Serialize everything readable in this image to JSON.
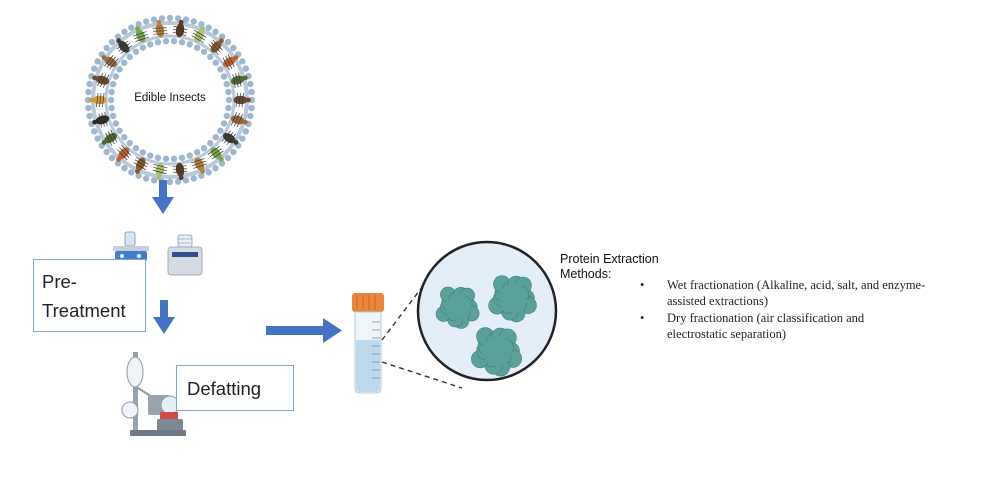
{
  "insects": {
    "label": "Edible Insects",
    "ring_color": "#a9bdd4",
    "bead_color": "#9fb6cf",
    "icon": "insect-ring-icon"
  },
  "steps": {
    "pretreatment": {
      "label": "Pre-\nTreatment"
    },
    "defatting": {
      "label": "Defatting"
    }
  },
  "arrows": {
    "color": "#4472c4",
    "icon": "down-arrow-icon"
  },
  "equipment": {
    "hot_plate": "hot-plate-icon",
    "freeze_dryer": "freeze-dryer-icon",
    "rotary_evaporator": "rotary-evaporator-icon",
    "tube": "centrifuge-tube-icon",
    "protein": "protein-globule-icon"
  },
  "colors": {
    "box_border": "#7fa7d6",
    "protein": "#5aa19c",
    "tube_cap": "#e8863a",
    "tube_fill": "#bcd9ee"
  },
  "extraction": {
    "title": "Protein Extraction Methods:",
    "methods": [
      {
        "bullet": "•",
        "text": "Wet fractionation (Alkaline, acid, salt, and enzyme-assisted extractions)"
      },
      {
        "bullet": "•",
        "text": "Dry fractionation (air classification and electrostatic separation)"
      }
    ]
  }
}
